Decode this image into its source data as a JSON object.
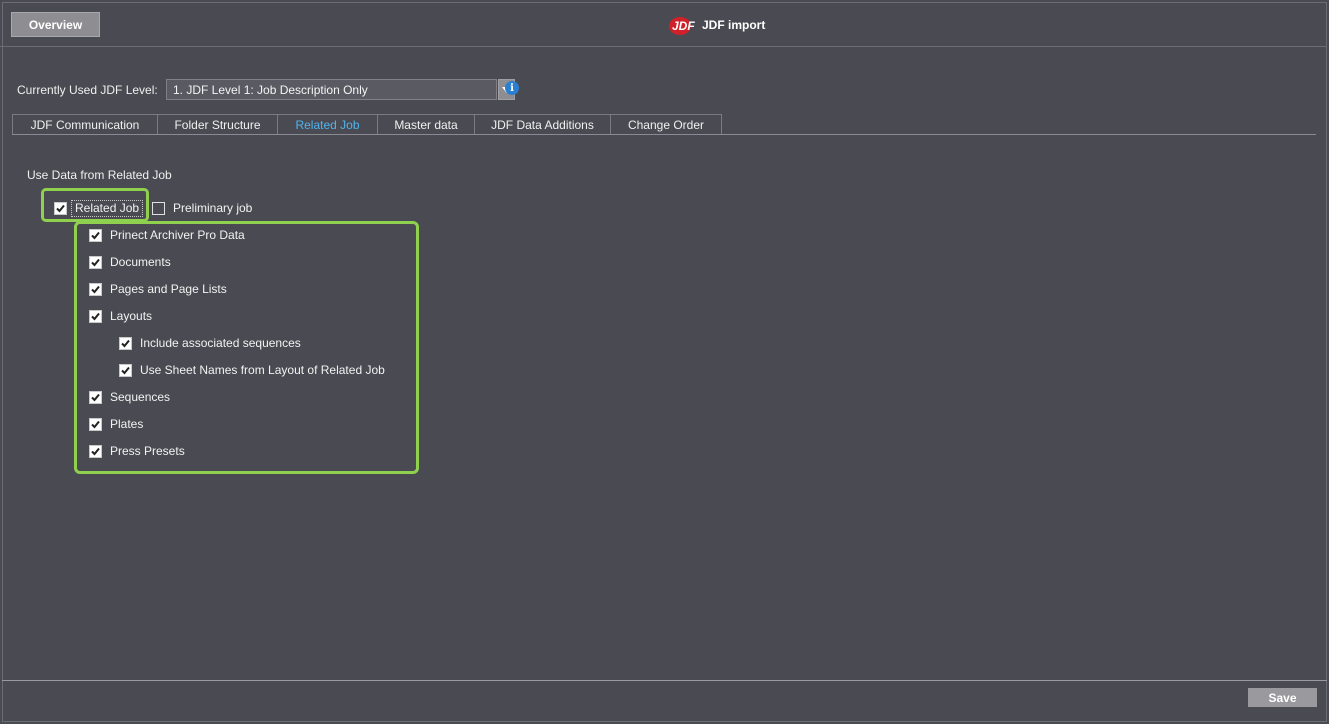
{
  "header": {
    "overview_label": "Overview",
    "logo_text": "JDF",
    "title": "JDF import"
  },
  "level": {
    "label": "Currently Used JDF Level:",
    "selected": "1. JDF Level 1: Job Description Only",
    "info_glyph": "i"
  },
  "tabs": [
    {
      "label": "JDF Communication",
      "active": false
    },
    {
      "label": "Folder Structure",
      "active": false
    },
    {
      "label": "Related Job",
      "active": true
    },
    {
      "label": "Master data",
      "active": false
    },
    {
      "label": "JDF Data Additions",
      "active": false
    },
    {
      "label": "Change Order",
      "active": false
    }
  ],
  "section": {
    "title": "Use Data from Related Job",
    "related_job": {
      "label": "Related Job",
      "checked": true
    },
    "preliminary_job": {
      "label": "Preliminary job",
      "checked": false
    },
    "options": [
      {
        "label": "Prinect Archiver Pro Data",
        "checked": true
      },
      {
        "label": "Documents",
        "checked": true
      },
      {
        "label": "Pages and Page Lists",
        "checked": true
      },
      {
        "label": "Layouts",
        "checked": true
      },
      {
        "label": "Include associated sequences",
        "checked": true
      },
      {
        "label": "Use Sheet Names from Layout of Related Job",
        "checked": true
      },
      {
        "label": "Sequences",
        "checked": true
      },
      {
        "label": "Plates",
        "checked": true
      },
      {
        "label": "Press Presets",
        "checked": true
      }
    ]
  },
  "footer": {
    "save_label": "Save"
  },
  "colors": {
    "background": "#4a4a52",
    "active_tab": "#4fb4ee",
    "highlight": "#8fd14f",
    "logo_red": "#d0202a"
  }
}
